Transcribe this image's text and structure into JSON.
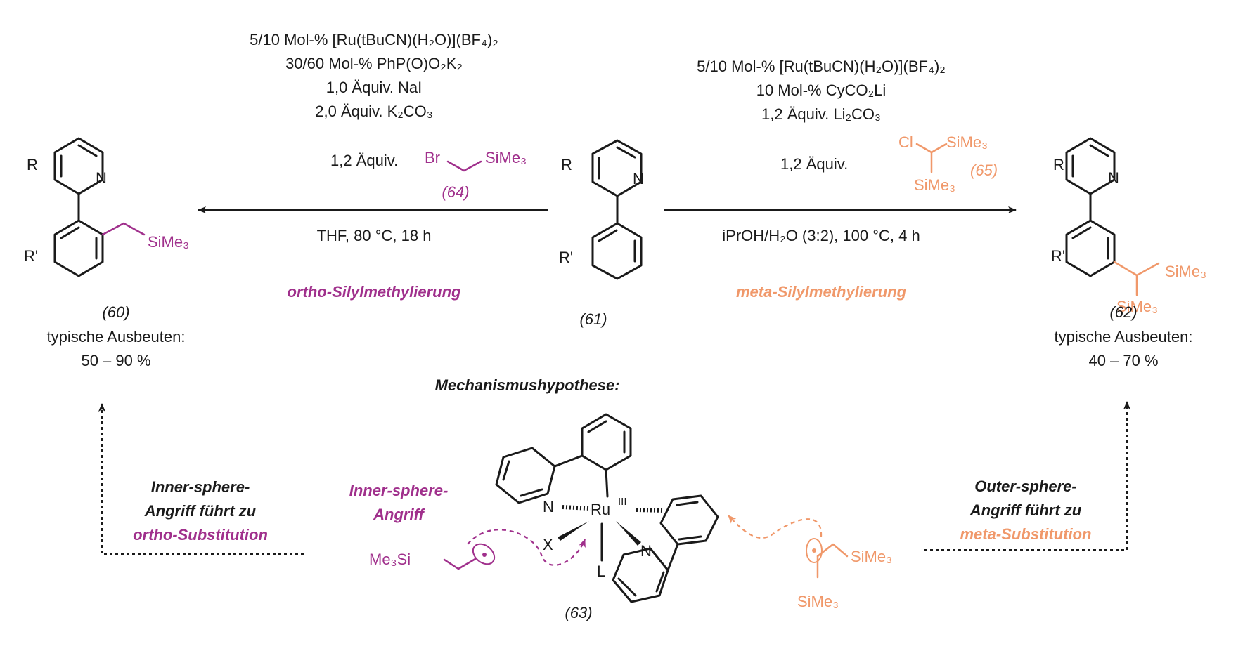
{
  "left_conditions": {
    "line1": "5/10 Mol-% [Ru(tBuCN)(H₂O)](BF₄)₂",
    "line2": "30/60 Mol-% PhP(O)O₂K₂",
    "line3": "1,0 Äquiv. NaI",
    "line4": "2,0 Äquiv. K₂CO₃",
    "reagent_prefix": "1,2 Äquiv.",
    "reagent_br": "Br",
    "reagent_sime3": "SiMe₃",
    "reagent_label": "(64)",
    "solvent": "THF, 80 °C, 18 h",
    "reaction_name": "ortho-Silylmethylierung"
  },
  "right_conditions": {
    "line1": "5/10 Mol-% [Ru(tBuCN)(H₂O)](BF₄)₂",
    "line2": "10 Mol-% CyCO₂Li",
    "line3": "1,2 Äquiv. Li₂CO₃",
    "reagent_prefix": "1,2 Äquiv.",
    "reagent_cl": "Cl",
    "reagent_sime3_a": "SiMe₃",
    "reagent_sime3_b": "SiMe₃",
    "reagent_label": "(65)",
    "solvent": "iPrOH/H₂O (3:2), 100 °C, 4 h",
    "reaction_name": "meta-Silylmethylierung"
  },
  "product_left": {
    "r": "R",
    "r_prime": "R'",
    "n": "N",
    "sime3": "SiMe₃",
    "label": "(60)",
    "yield_title": "typische Ausbeuten:",
    "yield_range": "50 – 90 %"
  },
  "substrate": {
    "r": "R",
    "r_prime": "R'",
    "n": "N",
    "label": "(61)"
  },
  "product_right": {
    "r": "R",
    "r_prime": "R'",
    "n": "N",
    "sime3_a": "SiMe₃",
    "sime3_b": "SiMe₃",
    "label": "(62)",
    "yield_title": "typische Ausbeuten:",
    "yield_range": "40 – 70 %"
  },
  "mechanism": {
    "title": "Mechanismushypothese:",
    "left_note_1": "Inner-sphere-",
    "left_note_2": "Angriff führt zu",
    "left_note_3": "ortho-Substitution",
    "inner_label_1": "Inner-sphere-",
    "inner_label_2": "Angriff",
    "radical_left": "Me₃Si",
    "complex_n1": "N",
    "complex_ru": "Ru",
    "complex_ox": "III",
    "complex_x": "X",
    "complex_l": "L",
    "complex_n2": "N",
    "complex_label": "(63)",
    "radical_right_a": "SiMe₃",
    "radical_right_b": "SiMe₃",
    "right_note_1": "Outer-sphere-",
    "right_note_2": "Angriff führt zu",
    "right_note_3": "meta-Substitution"
  },
  "colors": {
    "ortho": "#a0308c",
    "meta": "#f0986a",
    "bonds": "#1a1a1a"
  }
}
